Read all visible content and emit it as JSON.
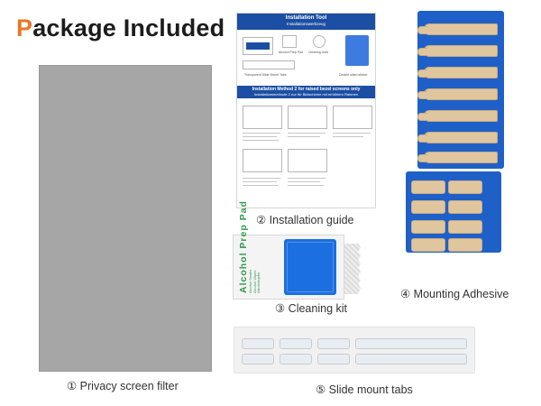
{
  "title": {
    "first_letter": "P",
    "rest": "ackage Included"
  },
  "colors": {
    "accent": "#e8782a",
    "blue": "#1c4fa3",
    "adhesive_blue": "#1f60c8",
    "tan": "#e0c69f",
    "filter_gray": "#a6a6a6"
  },
  "items": [
    {
      "label": "① Privacy screen filter"
    },
    {
      "label": "② Installation guide"
    },
    {
      "label": "③ Cleaning kit"
    },
    {
      "label": "④ Mounting Adhesive"
    },
    {
      "label": "⑤ Slide mount tabs"
    }
  ],
  "guide": {
    "header_title": "Installation Tool",
    "header_subtitle": "Installationswerkzeug",
    "tool_prep_pad": "Alcohol Prep Pad",
    "tool_cleaning_cloth": "Cleaning cloth",
    "tool_slide_tabs": "Transparent Slide Mount Tabs",
    "tool_adhesive": "Double sided sticker",
    "method_title": "Installation Method 2 for raised bezel screens only",
    "method_subtitle": "Installationsmethode 2 nur für Bildschirme mit erhöhtem Rahmen"
  },
  "kit": {
    "pad_title": "Alcohol Prep Pad",
    "pad_lines": [
      "Alcohol Swabs",
      "Alcohol Wipes",
      "Alkoholtupfer"
    ]
  }
}
